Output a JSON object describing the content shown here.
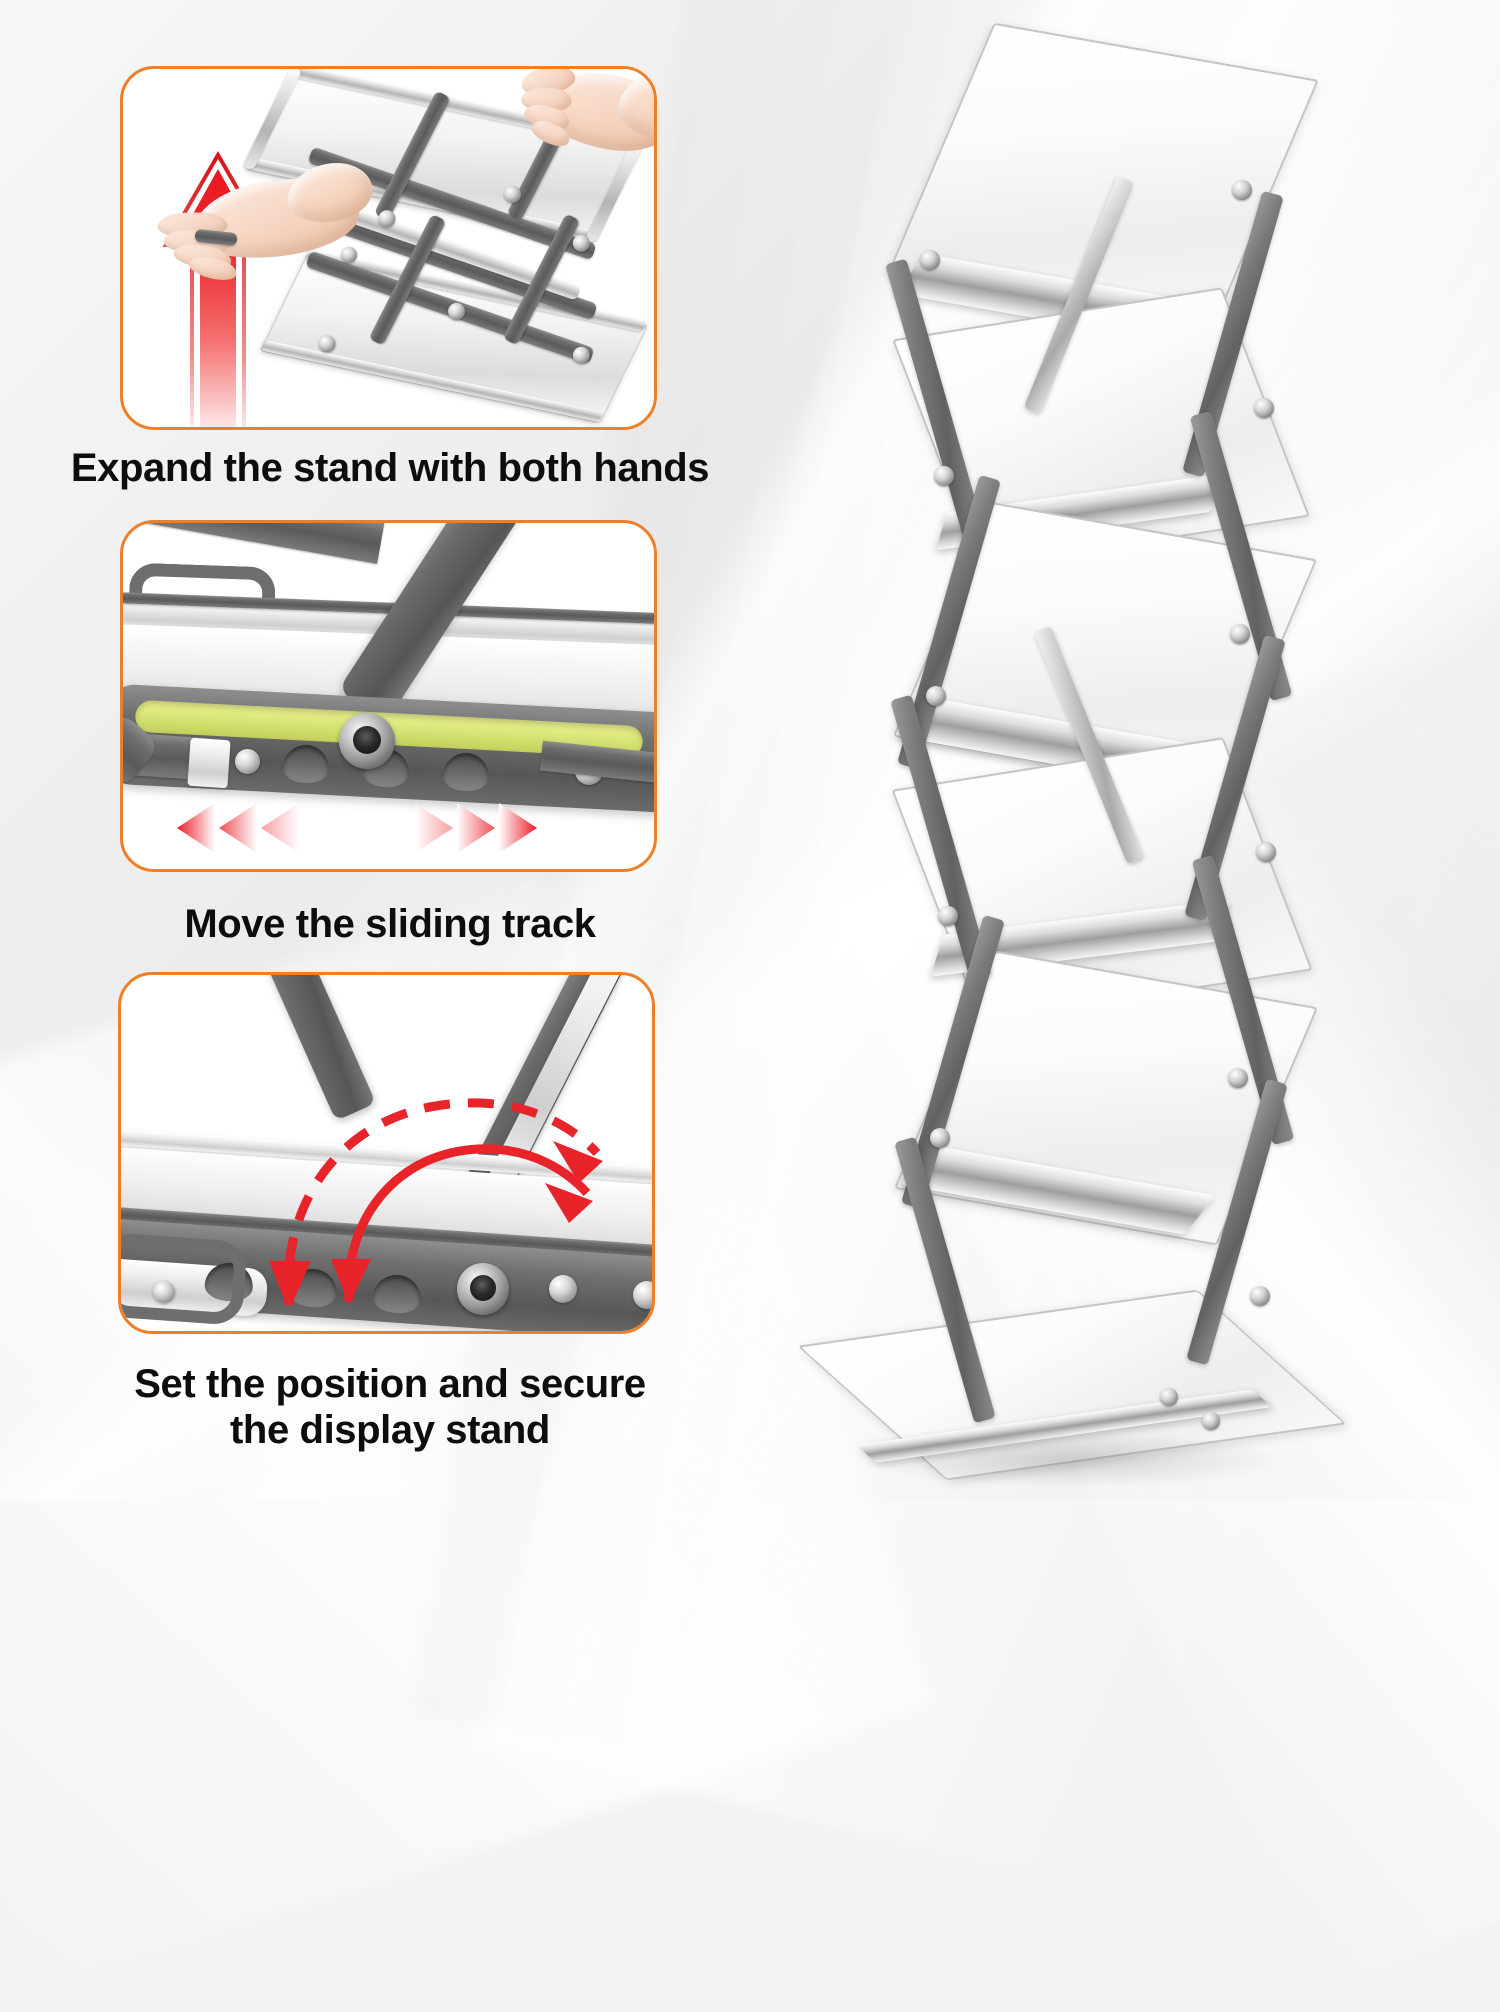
{
  "page": {
    "type": "product-instruction-infographic",
    "background_color": "#f0f0f0",
    "accent_color": "#ef7f27",
    "arrow_color": "#e8232a",
    "track_highlight_color": "#dbe77a",
    "metal_color": "#6e6e6e"
  },
  "steps": [
    {
      "index": 1,
      "caption": "Expand the stand with both hands",
      "panel_name": "step-1-panel",
      "indicator": "up-arrow-icon",
      "indicator_direction": "up",
      "subject": "folded scissor-lift brochure stand held by two hands"
    },
    {
      "index": 2,
      "caption": "Move the sliding track",
      "panel_name": "step-2-panel",
      "indicator": "left-right-chevrons-icon",
      "indicator_direction": "horizontal",
      "subject": "close-up of sliding track with yellow-green channel and pivot"
    },
    {
      "index": 3,
      "caption": "Set the position and secure\nthe display stand",
      "caption_line1": "Set the position and secure",
      "caption_line2": "the display stand",
      "panel_name": "step-3-panel",
      "indicator": "curved-rotation-arrows-icon",
      "indicator_direction": "rotate",
      "subject": "close-up of support arm being set into a notch position"
    }
  ],
  "product": {
    "name": "product-photo",
    "description": "expanded zigzag folding literature display rack",
    "material": "silver aluminum frame with white acrylic shelves",
    "shelf_count": 4
  }
}
